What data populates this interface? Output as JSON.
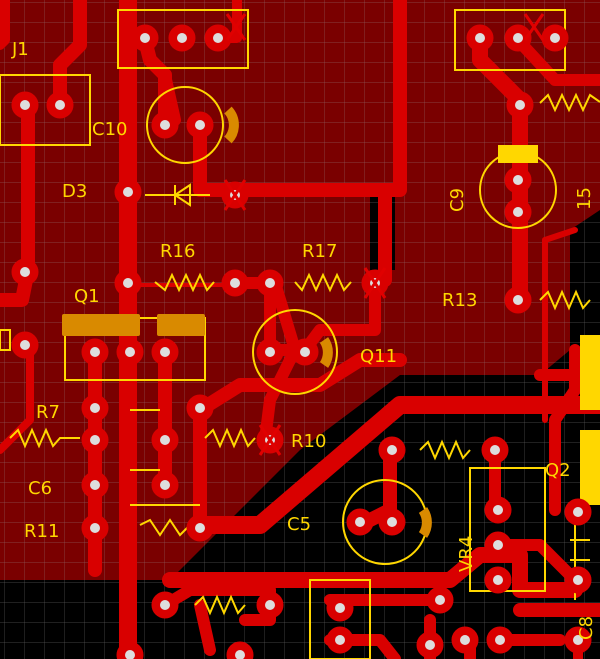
{
  "colors": {
    "background": "#000000",
    "copper_pour": "#7a0000",
    "trace": "#d90000",
    "grid": "#9a9a9a",
    "silkscreen": "#ffd700",
    "smd_pad": "#d98a00",
    "via_hole": "#dddddd",
    "flag": "#e00000"
  },
  "labels": {
    "j1": "J1",
    "c10": "C10",
    "d3": "D3",
    "r16": "R16",
    "r17": "R17",
    "q1": "Q1",
    "r7": "R7",
    "c6": "C6",
    "r11": "R11",
    "c9": "C9",
    "r13": "R13",
    "r15": "15",
    "q2": "Q2",
    "vr4": "VR4",
    "c5": "C5",
    "r10": "R10",
    "q11": "Q11",
    "c8": "C8"
  }
}
